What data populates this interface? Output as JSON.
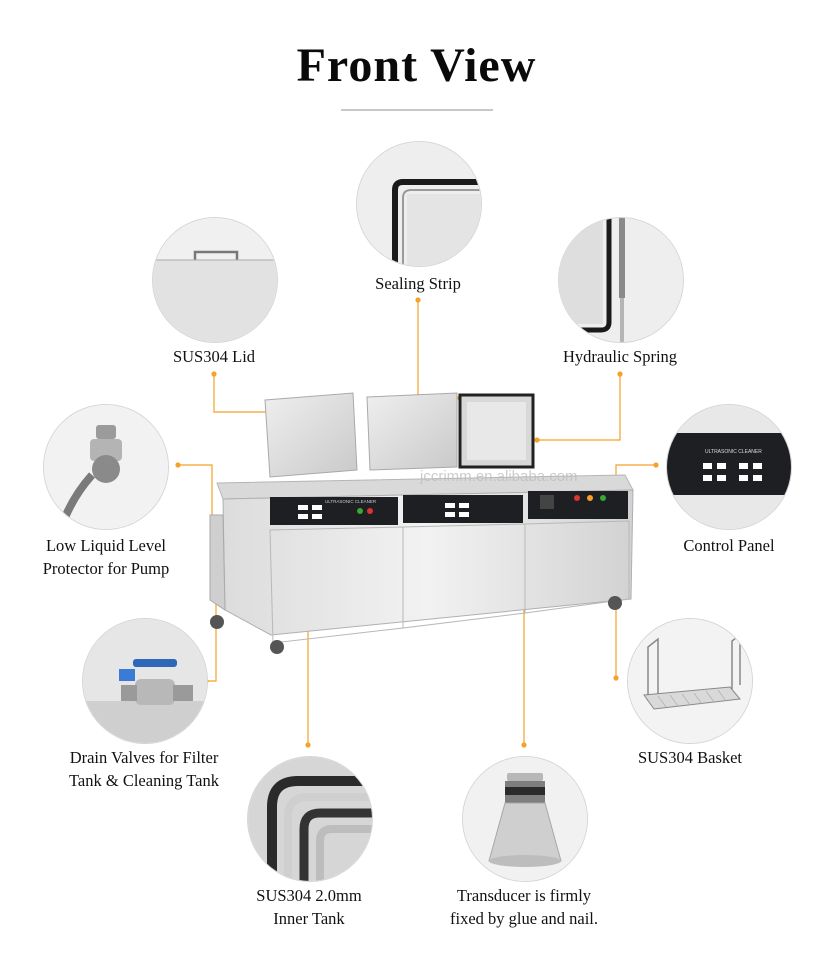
{
  "title": "Front View",
  "watermark": "jccrimm.en.alibaba.com",
  "machine": {
    "panel_text": "ULTRASONIC CLEANER"
  },
  "labels": {
    "sealing_strip": "Sealing Strip",
    "lid": "SUS304 Lid",
    "hydraulic_spring": "Hydraulic Spring",
    "low_liquid_1": "Low Liquid Level",
    "low_liquid_2": "Protector for Pump",
    "control_panel": "Control Panel",
    "drain_1": "Drain Valves for Filter",
    "drain_2": "Tank & Cleaning Tank",
    "basket": "SUS304 Basket",
    "tank_1": "SUS304 2.0mm",
    "tank_2": "Inner Tank",
    "transducer_1": "Transducer is firmly",
    "transducer_2": "fixed by glue and nail."
  },
  "colors": {
    "accent": "#f5a12a",
    "steel_light": "#e9e9e9",
    "steel_mid": "#cfcfcf",
    "panel_dark": "#1d1f22"
  }
}
